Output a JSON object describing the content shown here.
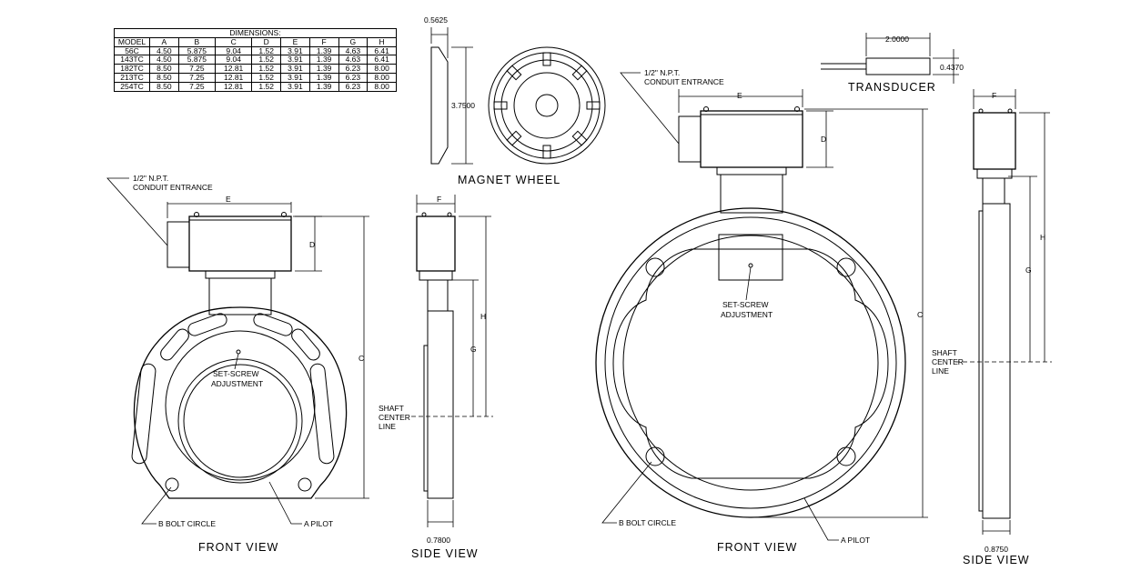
{
  "table": {
    "title": "DIMENSIONS:",
    "headers": [
      "MODEL",
      "A",
      "B",
      "C",
      "D",
      "E",
      "F",
      "G",
      "H"
    ],
    "rows": [
      [
        "56C",
        "4.50",
        "5.875",
        "9.04",
        "1.52",
        "3.91",
        "1.39",
        "4.63",
        "6.41"
      ],
      [
        "143TC",
        "4.50",
        "5.875",
        "9.04",
        "1.52",
        "3.91",
        "1.39",
        "4.63",
        "6.41"
      ],
      [
        "182TC",
        "8.50",
        "7.25",
        "12.81",
        "1.52",
        "3.91",
        "1.39",
        "6.23",
        "8.00"
      ],
      [
        "213TC",
        "8.50",
        "7.25",
        "12.81",
        "1.52",
        "3.91",
        "1.39",
        "6.23",
        "8.00"
      ],
      [
        "254TC",
        "8.50",
        "7.25",
        "12.81",
        "1.52",
        "3.91",
        "1.39",
        "6.23",
        "8.00"
      ]
    ]
  },
  "magnet": {
    "thickness": "0.5625",
    "diameter": "3.7500",
    "caption": "MAGNET WHEEL"
  },
  "transducer": {
    "length": "2.0000",
    "diameter": "0.4370",
    "caption": "TRANSDUCER"
  },
  "small_front": {
    "conduit_line1": "1/2\" N.P.T.",
    "conduit_line2": "CONDUIT ENTRANCE",
    "dim_e": "E",
    "dim_d": "D",
    "dim_c": "C",
    "setscrew_line1": "SET-SCREW",
    "setscrew_line2": "ADJUSTMENT",
    "bolt_circle": "B BOLT CIRCLE",
    "pilot": "A PILOT",
    "caption": "FRONT VIEW"
  },
  "small_side": {
    "dim_f": "F",
    "dim_h": "H",
    "dim_g": "G",
    "shaft_line1": "SHAFT",
    "shaft_line2": "CENTER",
    "shaft_line3": "LINE",
    "width": "0.7800",
    "caption": "SIDE VIEW"
  },
  "large_front": {
    "conduit_line1": "1/2\" N.P.T.",
    "conduit_line2": "CONDUIT ENTRANCE",
    "dim_e": "E",
    "dim_d": "D",
    "dim_c": "C",
    "setscrew_line1": "SET-SCREW",
    "setscrew_line2": "ADJUSTMENT",
    "bolt_circle": "B BOLT CIRCLE",
    "pilot": "A PILOT",
    "caption": "FRONT VIEW"
  },
  "large_side": {
    "dim_f": "F",
    "dim_h": "H",
    "dim_g": "G",
    "shaft_line1": "SHAFT",
    "shaft_line2": "CENTER",
    "shaft_line3": "LINE",
    "width": "0.8750",
    "caption": "SIDE VIEW"
  }
}
